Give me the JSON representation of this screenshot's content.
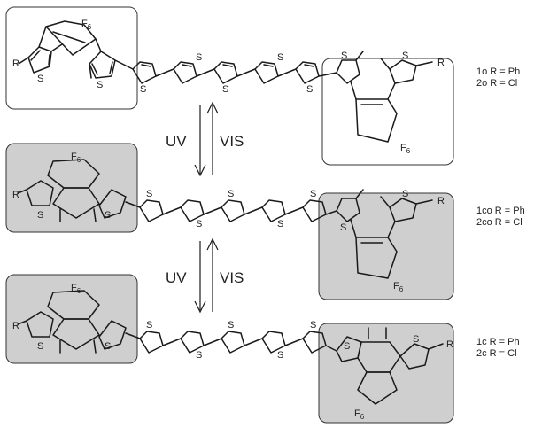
{
  "colors": {
    "bond": "#1a1a1a",
    "box_stroke": "#333333",
    "box_gray_fill": "#cfcfcf",
    "box_white_fill": "#ffffff"
  },
  "atoms": {
    "sulfur": "S",
    "r_group": "R",
    "fluoro_symbol": "F",
    "fluoro_count": "6"
  },
  "arrows": {
    "forward_label": "UV",
    "reverse_label": "VIS"
  },
  "compounds": [
    {
      "line1": "1o R = Ph",
      "line2": "2o R = Cl"
    },
    {
      "line1": "1co R = Ph",
      "line2": "2co R = Cl"
    },
    {
      "line1": "1c R = Ph",
      "line2": "2c R = Cl"
    }
  ]
}
